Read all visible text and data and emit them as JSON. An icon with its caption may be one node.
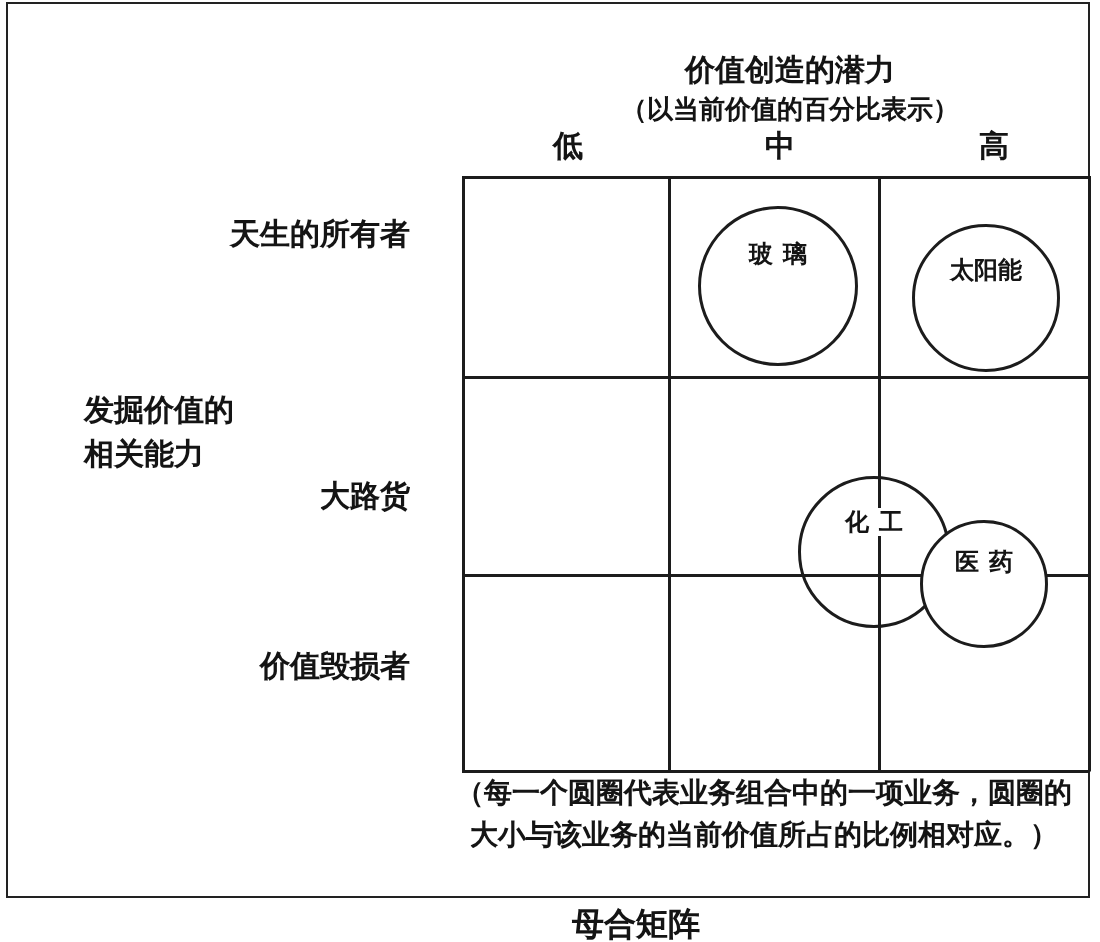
{
  "diagram": {
    "caption": "母合矩阵",
    "nodes": [
      {
        "text": [
          "玻璃"
        ]
      },
      {
        "text": [
          "太阳能"
        ]
      },
      {
        "text": [
          "化工"
        ]
      },
      {
        "text": [
          "医药"
        ]
      }
    ],
    "labels": [
      "价值创造的潜力",
      "（以当前价值的百分比表示）",
      "低",
      "中",
      "高",
      "天生的所有者",
      "发掘价值的相关能力",
      "大路货",
      "价值毁损者",
      "（每一个圆圈代表业务组合中的一项业务，圆圈的大小与该业务的当前价值所占的比例相对应。）"
    ]
  }
}
